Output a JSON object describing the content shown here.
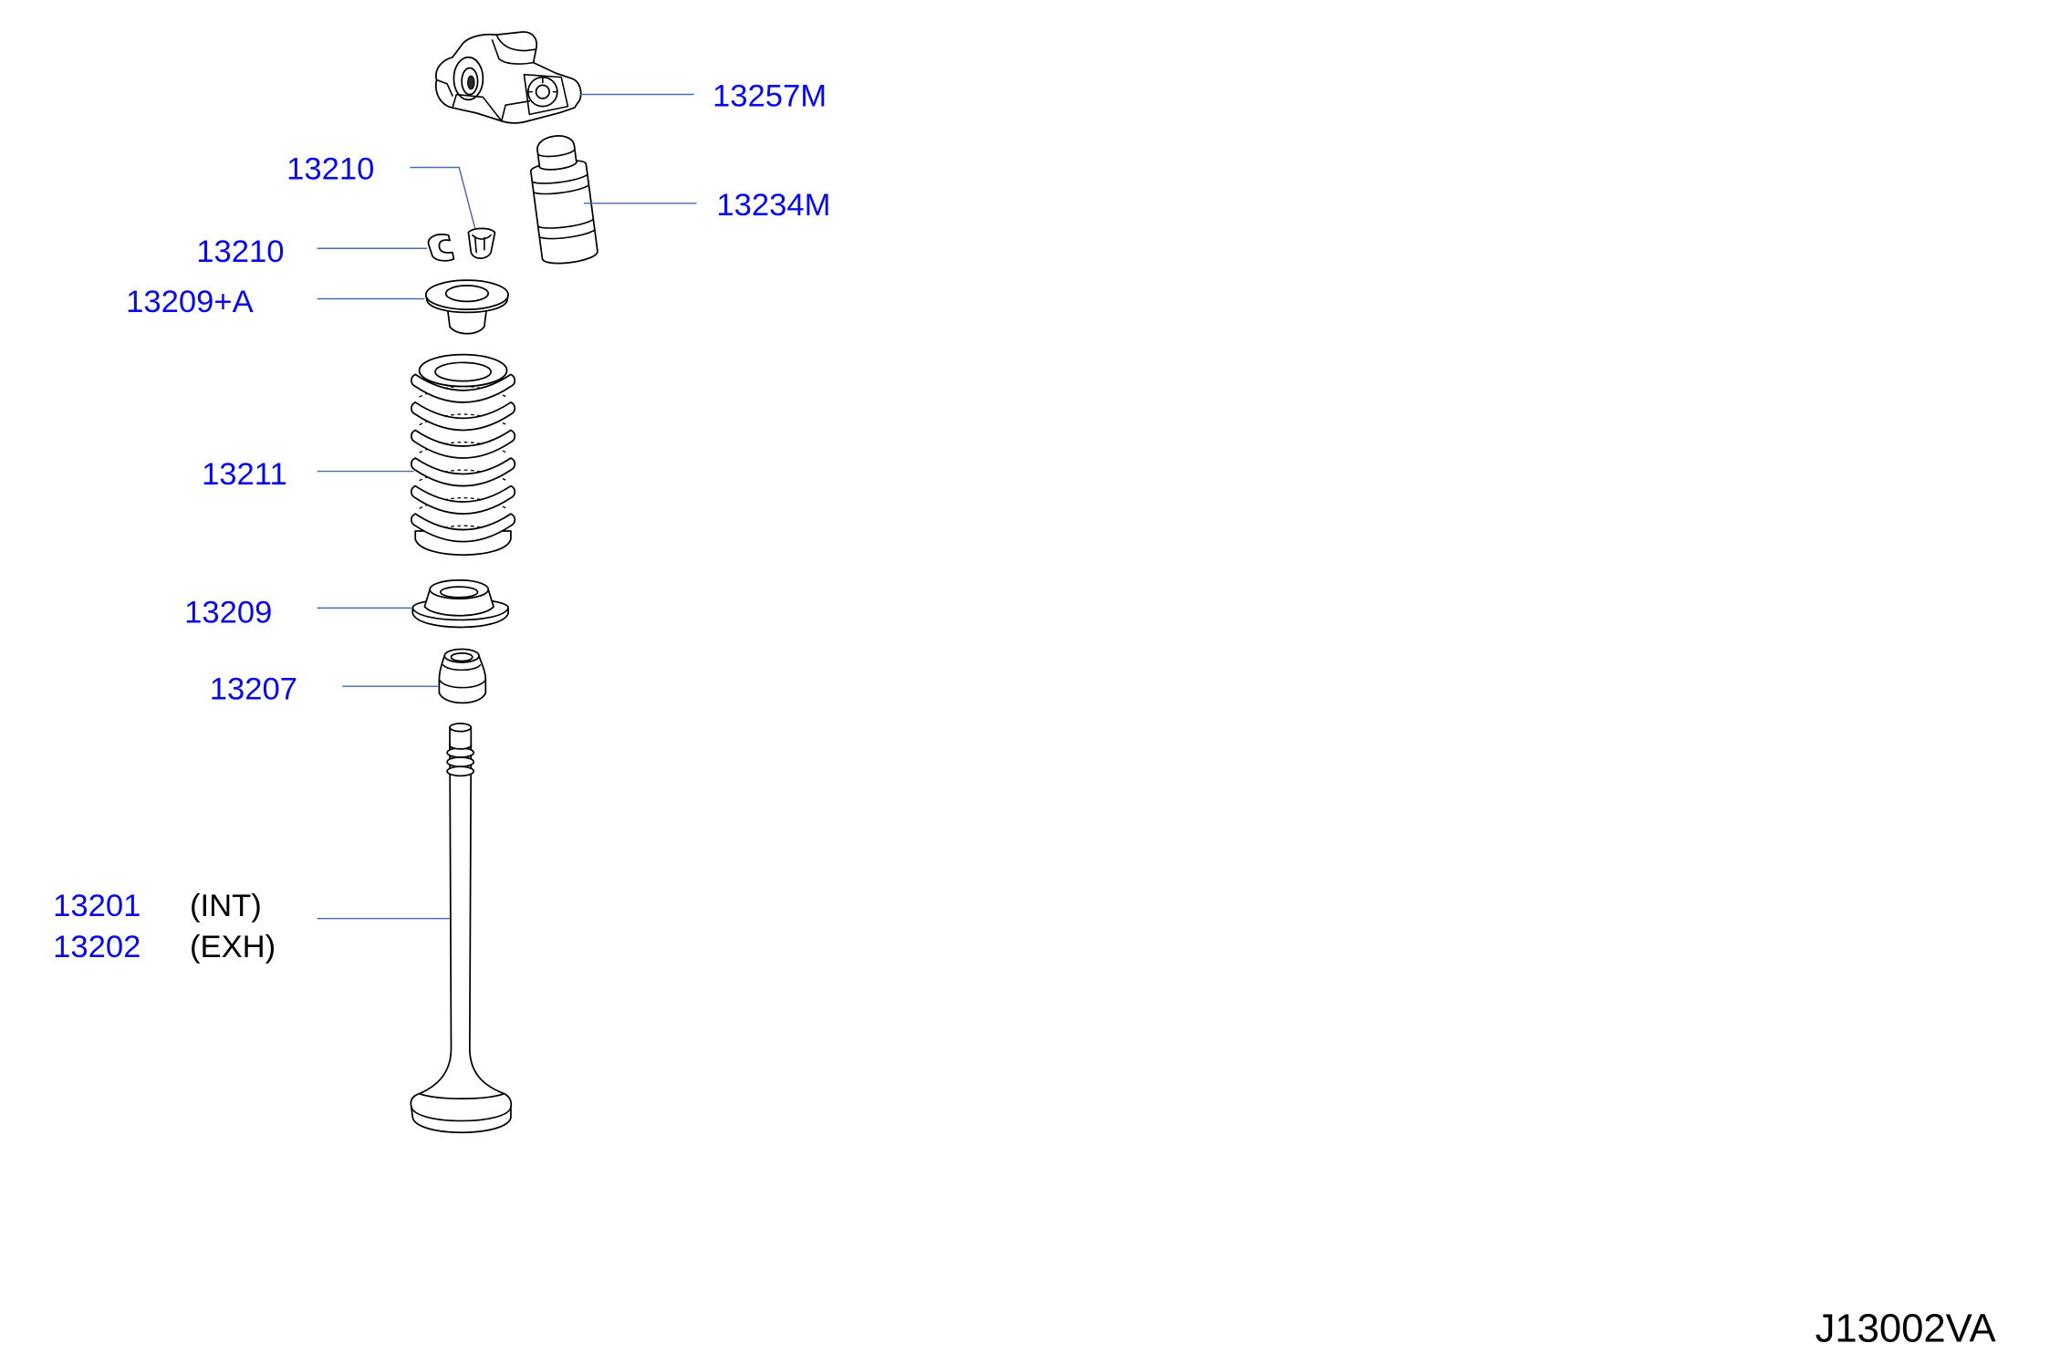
{
  "diagram": {
    "code": "J13002VA",
    "callouts": {
      "rocker_arm": "13257M",
      "lash_adjuster": "13234M",
      "keeper_upper": "13210",
      "keeper_lower": "13210",
      "spring_retainer": "13209+A",
      "spring": "13211",
      "spring_seat": "13209",
      "stem_seal": "13207",
      "valve_intake": {
        "part": "13201",
        "note": "(INT)"
      },
      "valve_exhaust": {
        "part": "13202",
        "note": "(EXH)"
      }
    }
  },
  "colors": {
    "background": "#ffffff",
    "callout_text": "#0a0ae6",
    "leader_line": "#4a6aa8",
    "line_art": "#000000",
    "code_text": "#000000"
  }
}
